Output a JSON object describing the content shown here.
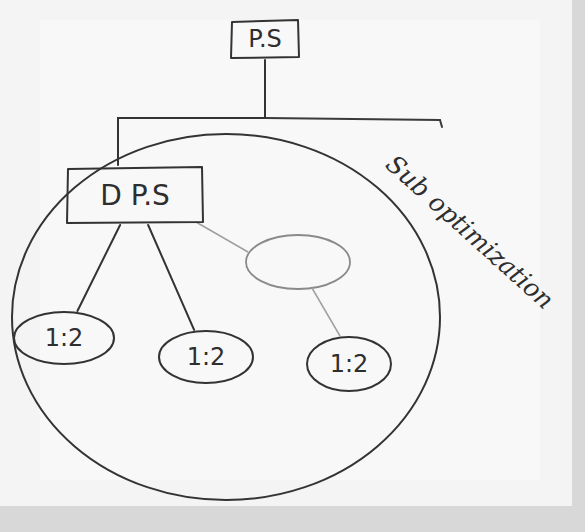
{
  "diagram": {
    "nodes": [
      {
        "text": [
          "P.S"
        ]
      },
      {
        "text": [
          "Sub optimization"
        ]
      },
      {
        "text": [
          "D P.S"
        ],
        "in": 1
      },
      {
        "text": [
          "1:2"
        ],
        "in": 1
      },
      {
        "text": [
          "1:2"
        ],
        "in": 1
      },
      {
        "text": [
          "1:2"
        ],
        "in": 1
      }
    ],
    "edges": [
      {
        "from": 0,
        "to": 2,
        "arrow": "none"
      },
      {
        "from": 2,
        "to": 3,
        "arrow": "none"
      },
      {
        "from": 2,
        "to": 4,
        "arrow": "none"
      }
    ]
  }
}
